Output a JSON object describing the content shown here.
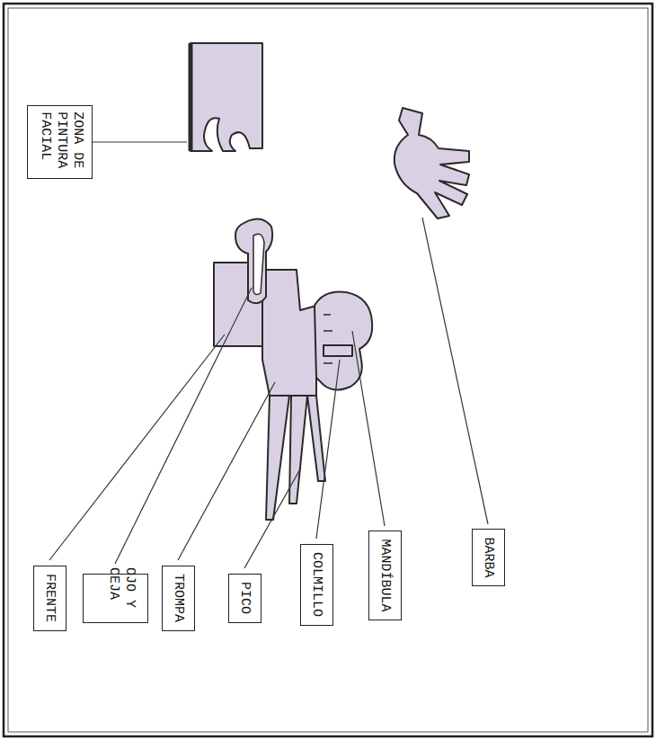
{
  "diagram": {
    "nodes": [
      {
        "text": [
          "ZONA DE PINTURA FACIAL"
        ]
      },
      {
        "text": [
          "FRENTE"
        ]
      },
      {
        "text": [
          "OJO Y CEJA"
        ]
      },
      {
        "text": [
          "TROMPA"
        ]
      },
      {
        "text": [
          "PICO"
        ]
      },
      {
        "text": [
          "COLMILLO"
        ]
      },
      {
        "text": [
          "MANDÍBULA"
        ]
      },
      {
        "text": [
          "BARBA"
        ]
      }
    ]
  }
}
